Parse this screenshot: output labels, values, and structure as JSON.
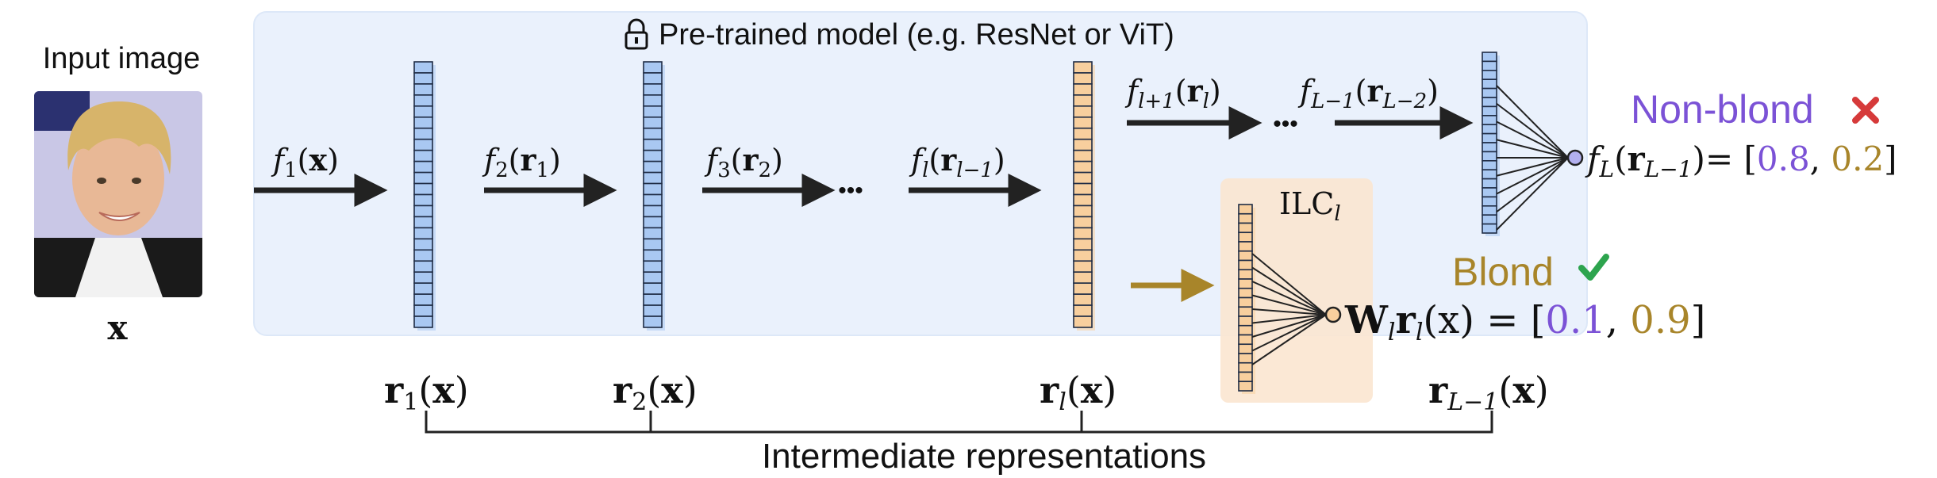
{
  "colors": {
    "panel_fill": "#eaf1fc",
    "panel_stroke": "#dde8f8",
    "blue_layer": "#a9c8f2",
    "orange_layer": "#f8cf9e",
    "ilc_panel": "#fbe6d0",
    "arrow_dark": "#222222",
    "arrow_gold": "#a8852a",
    "purple": "#7b52d6",
    "gold": "#a8852a",
    "red": "#d63a3a",
    "green": "#2da44e"
  },
  "icons": {
    "lock": "lock-icon",
    "cross": "cross-icon",
    "check": "check-icon"
  },
  "panel": {
    "title": "Pre-trained model (e.g. ResNet or ViT)"
  },
  "input": {
    "title": "Input image",
    "symbol": "x"
  },
  "functions": {
    "f1": {
      "name": "f",
      "sub": "1",
      "arg": "x"
    },
    "f2": {
      "name": "f",
      "sub": "2",
      "arg_main": "r",
      "arg_sub": "1"
    },
    "f3": {
      "name": "f",
      "sub": "3",
      "arg_main": "r",
      "arg_sub": "2"
    },
    "fl": {
      "name": "f",
      "sub": "l",
      "arg_main": "r",
      "arg_sub": "l−1"
    },
    "fl1": {
      "name": "f",
      "sub": "l+1",
      "arg_main": "r",
      "arg_sub": "l"
    },
    "fL1": {
      "name": "f",
      "sub": "L−1",
      "arg_main": "r",
      "arg_sub": "L−2"
    }
  },
  "ellipsis": "•••",
  "reps": [
    {
      "main": "r",
      "sub": "1",
      "arg": "x"
    },
    {
      "main": "r",
      "sub": "2",
      "arg": "x"
    },
    {
      "main": "r",
      "sub": "l",
      "arg": "x"
    },
    {
      "main": "r",
      "sub": "L−1",
      "arg": "x"
    }
  ],
  "ilc": {
    "main": "ILC",
    "sub": "l"
  },
  "final": {
    "label": "Non-blond",
    "name": "f",
    "sub": "L",
    "arg_main": "r",
    "arg_sub": "L−1",
    "eq": "= [",
    "v1": "0.8",
    "comma": ", ",
    "v2": "0.2",
    "close": "]"
  },
  "probe": {
    "label": "Blond",
    "w": "W",
    "w_sub": "l",
    "r": "r",
    "r_sub": "l",
    "arg": "(x)",
    "eq": "= [",
    "v1": "0.1",
    "comma": ", ",
    "v2": "0.9",
    "close": "]"
  },
  "footer": {
    "label": "Intermediate representations"
  }
}
